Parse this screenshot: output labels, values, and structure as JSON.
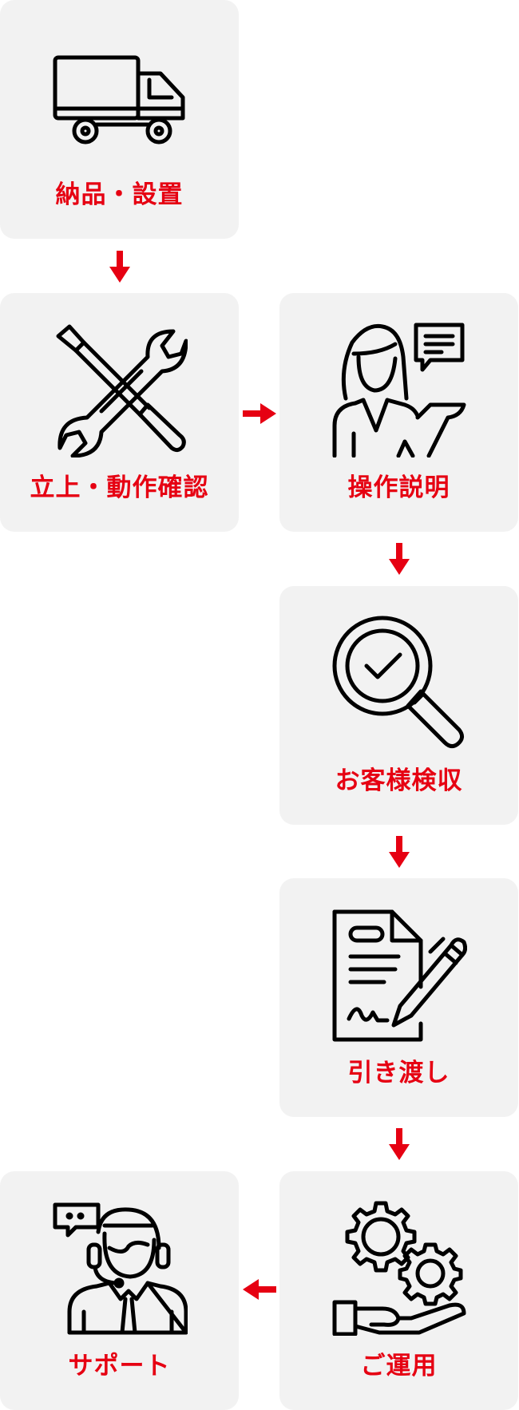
{
  "accent_color": "#e60012",
  "card_color": "#f2f2f2",
  "steps": [
    {
      "label": "納品・設置",
      "icon": "delivery-truck-icon"
    },
    {
      "label": "立上・動作確認",
      "icon": "wrench-screwdriver-icon"
    },
    {
      "label": "操作説明",
      "icon": "presenter-speech-icon"
    },
    {
      "label": "お客様検収",
      "icon": "magnifier-check-icon"
    },
    {
      "label": "引き渡し",
      "icon": "contract-pen-icon"
    },
    {
      "label": "ご運用",
      "icon": "gears-hand-icon"
    },
    {
      "label": "サポート",
      "icon": "support-operator-icon"
    }
  ]
}
